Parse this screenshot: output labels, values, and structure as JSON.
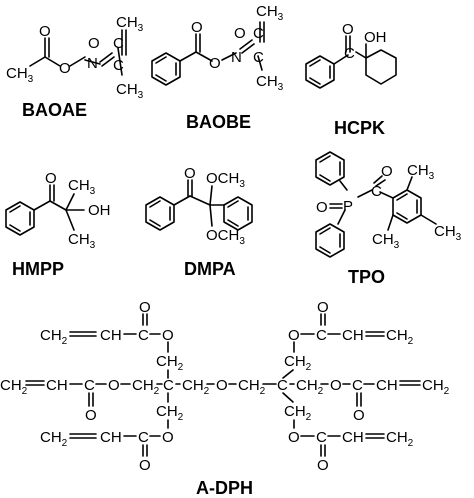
{
  "compounds": {
    "baoae": {
      "name": "BAOAE",
      "atoms": {
        "o_top": "O",
        "ch3_left": "CH",
        "o_ester": "O",
        "n": "N",
        "o_keto": "O",
        "c_keto": "C",
        "ch3_top": "CH",
        "c_imine": "C",
        "ch3_bottom": "CH"
      },
      "subscript": "3"
    },
    "baobe": {
      "name": "BAOBE",
      "atoms": {
        "o_top": "O",
        "o_ester": "O",
        "n": "N",
        "o_keto": "O",
        "c_keto": "C",
        "ch3_top": "CH",
        "c_imine": "C",
        "ch3_bottom": "CH"
      },
      "subscript": "3"
    },
    "hcpk": {
      "name": "HCPK",
      "atoms": {
        "o_keto": "O",
        "c_keto": "C",
        "oh": "OH"
      }
    },
    "hmpp": {
      "name": "HMPP",
      "atoms": {
        "o_keto": "O",
        "ch3_top": "CH",
        "oh": "OH",
        "ch3_bottom": "CH"
      },
      "subscript": "3"
    },
    "dmpa": {
      "name": "DMPA",
      "atoms": {
        "o_keto": "O",
        "och3_top": "OCH",
        "och3_bottom": "OCH"
      },
      "subscript": "3"
    },
    "tpo": {
      "name": "TPO",
      "atoms": {
        "p": "P",
        "o_p": "O",
        "c_keto": "C",
        "o_keto": "O",
        "ch3_top": "CH",
        "ch3_bottom": "CH",
        "ch3_right": "CH"
      },
      "subscript": "3"
    },
    "adph": {
      "name": "A-DPH",
      "atoms": {
        "ch2": "CH",
        "ch": "CH",
        "c": "C",
        "o": "O",
        "sub2": "2"
      }
    }
  }
}
